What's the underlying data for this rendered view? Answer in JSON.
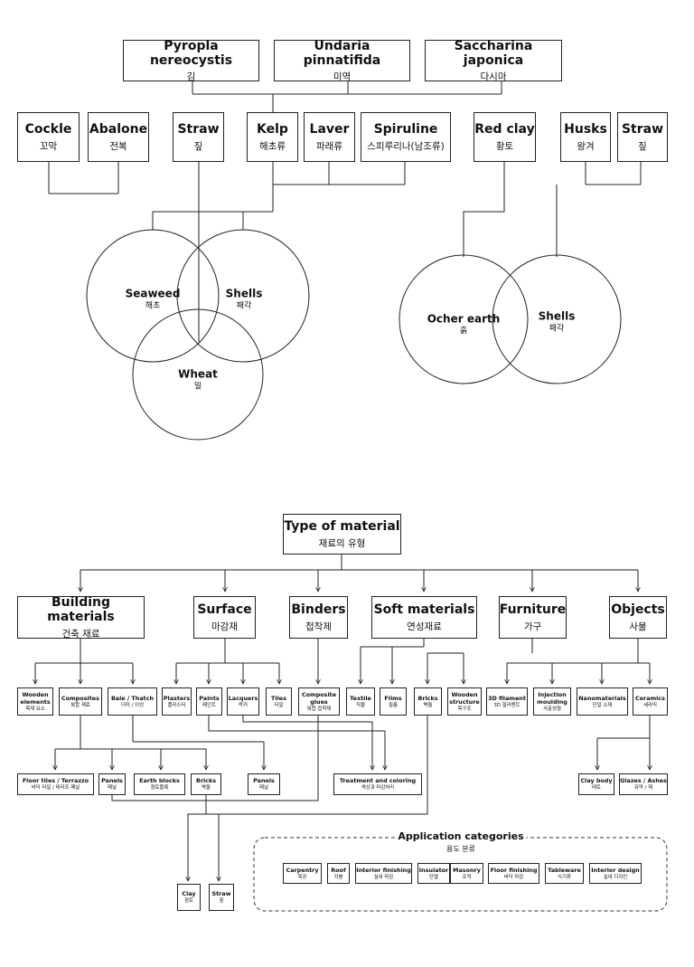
{
  "species": [
    {
      "id": "pyropla",
      "en": "Pyropla nereocystis",
      "ko": "김"
    },
    {
      "id": "undaria",
      "en": "Undaria pinnatifida",
      "ko": "미역"
    },
    {
      "id": "saccharina",
      "en": "Saccharina japonica",
      "ko": "다시마"
    }
  ],
  "sources": [
    {
      "id": "cockle",
      "en": "Cockle",
      "ko": "꼬막"
    },
    {
      "id": "abalone",
      "en": "Abalone",
      "ko": "전복"
    },
    {
      "id": "straw1",
      "en": "Straw",
      "ko": "짚"
    },
    {
      "id": "kelp",
      "en": "Kelp",
      "ko": "해초류"
    },
    {
      "id": "laver",
      "en": "Laver",
      "ko": "파래류"
    },
    {
      "id": "spiruline",
      "en": "Spiruline",
      "ko": "스피루리나(남조류)"
    },
    {
      "id": "redclay",
      "en": "Red clay",
      "ko": "황토"
    },
    {
      "id": "husks",
      "en": "Husks",
      "ko": "왕겨"
    },
    {
      "id": "straw2",
      "en": "Straw",
      "ko": "짚"
    }
  ],
  "circles": [
    {
      "id": "seaweed",
      "en": "Seaweed",
      "ko": "해초"
    },
    {
      "id": "shells1",
      "en": "Shells",
      "ko": "패각"
    },
    {
      "id": "wheat",
      "en": "Wheat",
      "ko": "밀"
    },
    {
      "id": "ocher",
      "en": "Ocher earth",
      "ko": "흙"
    },
    {
      "id": "shells2",
      "en": "Shells",
      "ko": "패각"
    }
  ],
  "type_root": {
    "en": "Type of material",
    "ko": "재료의 유형"
  },
  "categories": [
    {
      "id": "building",
      "en": "Building materials",
      "ko": "건축 재료"
    },
    {
      "id": "surface",
      "en": "Surface",
      "ko": "마감재"
    },
    {
      "id": "binders",
      "en": "Binders",
      "ko": "접착제"
    },
    {
      "id": "soft",
      "en": "Soft materials",
      "ko": "연성재료"
    },
    {
      "id": "furniture",
      "en": "Furniture",
      "ko": "가구"
    },
    {
      "id": "objects",
      "en": "Objects",
      "ko": "사물"
    }
  ],
  "subs": [
    {
      "id": "wooden-elements",
      "en": "Wooden elements",
      "ko": "목재 요소"
    },
    {
      "id": "composites",
      "en": "Composites",
      "ko": "복합 재료"
    },
    {
      "id": "bale",
      "en": "Bale / Thatch",
      "ko": "더미 / 이엉"
    },
    {
      "id": "plasters",
      "en": "Plasters",
      "ko": "플라스터"
    },
    {
      "id": "paints",
      "en": "Paints",
      "ko": "페인트"
    },
    {
      "id": "lacquers",
      "en": "Lacquers",
      "ko": "락커"
    },
    {
      "id": "tiles",
      "en": "Tiles",
      "ko": "타일"
    },
    {
      "id": "composite-glues",
      "en": "Composite glues",
      "ko": "복합 접착제"
    },
    {
      "id": "textile",
      "en": "Textile",
      "ko": "직물"
    },
    {
      "id": "films",
      "en": "Films",
      "ko": "필름"
    },
    {
      "id": "bricks",
      "en": "Bricks",
      "ko": "벽돌"
    },
    {
      "id": "wooden-structure",
      "en": "Wooden structure",
      "ko": "목구조"
    },
    {
      "id": "filament",
      "en": "3D filament",
      "ko": "3D 필라멘트"
    },
    {
      "id": "injection",
      "en": "Injection moulding",
      "ko": "사출성형"
    },
    {
      "id": "nano",
      "en": "Nanomaterials",
      "ko": "단일 소재"
    },
    {
      "id": "ceramics",
      "en": "Ceramics",
      "ko": "세라믹"
    }
  ],
  "level3": [
    {
      "id": "floor-tiles",
      "en": "Floor tiles / Terrazzo",
      "ko": "바닥 타일 / 테라조 패널"
    },
    {
      "id": "panels1",
      "en": "Panels",
      "ko": "패널"
    },
    {
      "id": "earth-blocks",
      "en": "Earth blocks",
      "ko": "점토블록"
    },
    {
      "id": "bricks2",
      "en": "Bricks",
      "ko": "벽돌"
    },
    {
      "id": "panels2",
      "en": "Panels",
      "ko": "패널"
    },
    {
      "id": "treatment",
      "en": "Treatment and coloring",
      "ko": "색상과 마감처리"
    },
    {
      "id": "clay-body",
      "en": "Clay body",
      "ko": "태토"
    },
    {
      "id": "glazes",
      "en": "Glazes / Ashes",
      "ko": "유약 / 재"
    }
  ],
  "level4": [
    {
      "id": "clay",
      "en": "Clay",
      "ko": "점토"
    },
    {
      "id": "straw3",
      "en": "Straw",
      "ko": "짚"
    }
  ],
  "application": {
    "title_en": "Application categories",
    "title_ko": "용도 분류",
    "items": [
      {
        "id": "carpentry",
        "en": "Carpentry",
        "ko": "목공"
      },
      {
        "id": "roof",
        "en": "Roof",
        "ko": "지붕"
      },
      {
        "id": "interior-finishing",
        "en": "Interior finishing",
        "ko": "실내 마감"
      },
      {
        "id": "insulator",
        "en": "Insulator",
        "ko": "단열"
      },
      {
        "id": "masonry",
        "en": "Masonry",
        "ko": "조적"
      },
      {
        "id": "floor-finishing",
        "en": "Floor finishing",
        "ko": "바닥 마감"
      },
      {
        "id": "tableware",
        "en": "Tableware",
        "ko": "식기류"
      },
      {
        "id": "interior-design",
        "en": "Interior design",
        "ko": "실내 디자인"
      }
    ]
  }
}
